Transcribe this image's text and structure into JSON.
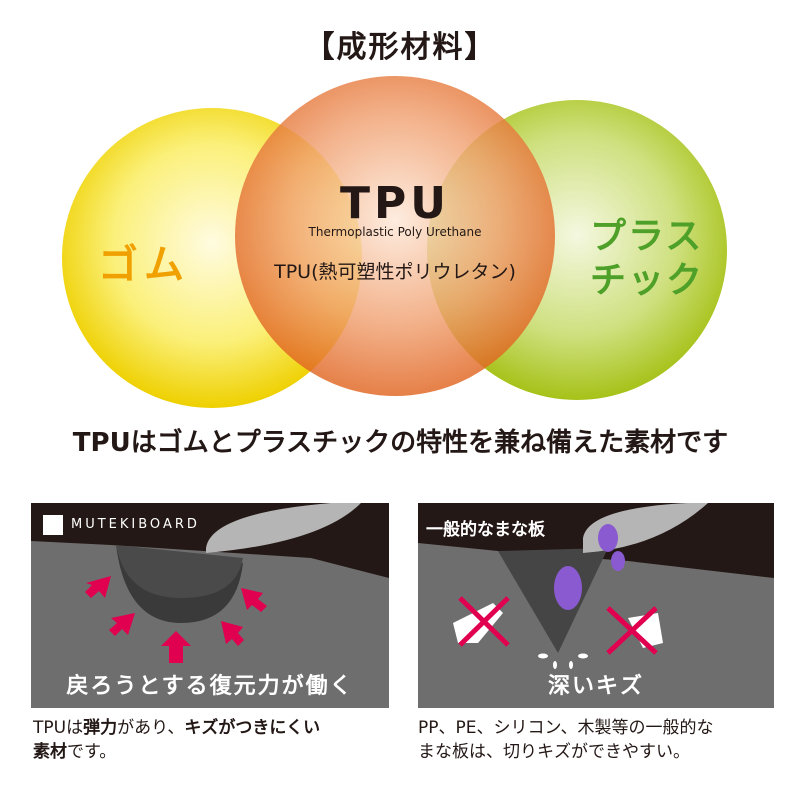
{
  "title": "【成形材料】",
  "venn": {
    "left": {
      "label": "ゴム",
      "color": "#f0a000"
    },
    "center": {
      "label": "TPU",
      "subtitle": "Thermoplastic Poly Urethane",
      "japanese": "TPU(熱可塑性ポリウレタン)"
    },
    "right": {
      "label_line1": "プラス",
      "label_line2": "チック",
      "color": "#4ea028"
    }
  },
  "summary": "TPUはゴムとプラスチックの特性を兼ね備えた素材です",
  "panels": [
    {
      "logo": "MUTEKIBOARD",
      "caption": "戻ろうとする復元力が働く",
      "desc_pre": "TPUは",
      "desc_b1": "弾力",
      "desc_mid": "があり、",
      "desc_b2": "キズがつきにくい",
      "desc_b3": "素材",
      "desc_end": "です。",
      "accent": "#e0004f"
    },
    {
      "label": "一般的なまな板",
      "caption": "深いキズ",
      "desc_line1": "PP、PE、シリコン、木製等の一般的な",
      "desc_line2": "まな板は、切りキズができやすい。",
      "accent": "#e0004f"
    }
  ]
}
